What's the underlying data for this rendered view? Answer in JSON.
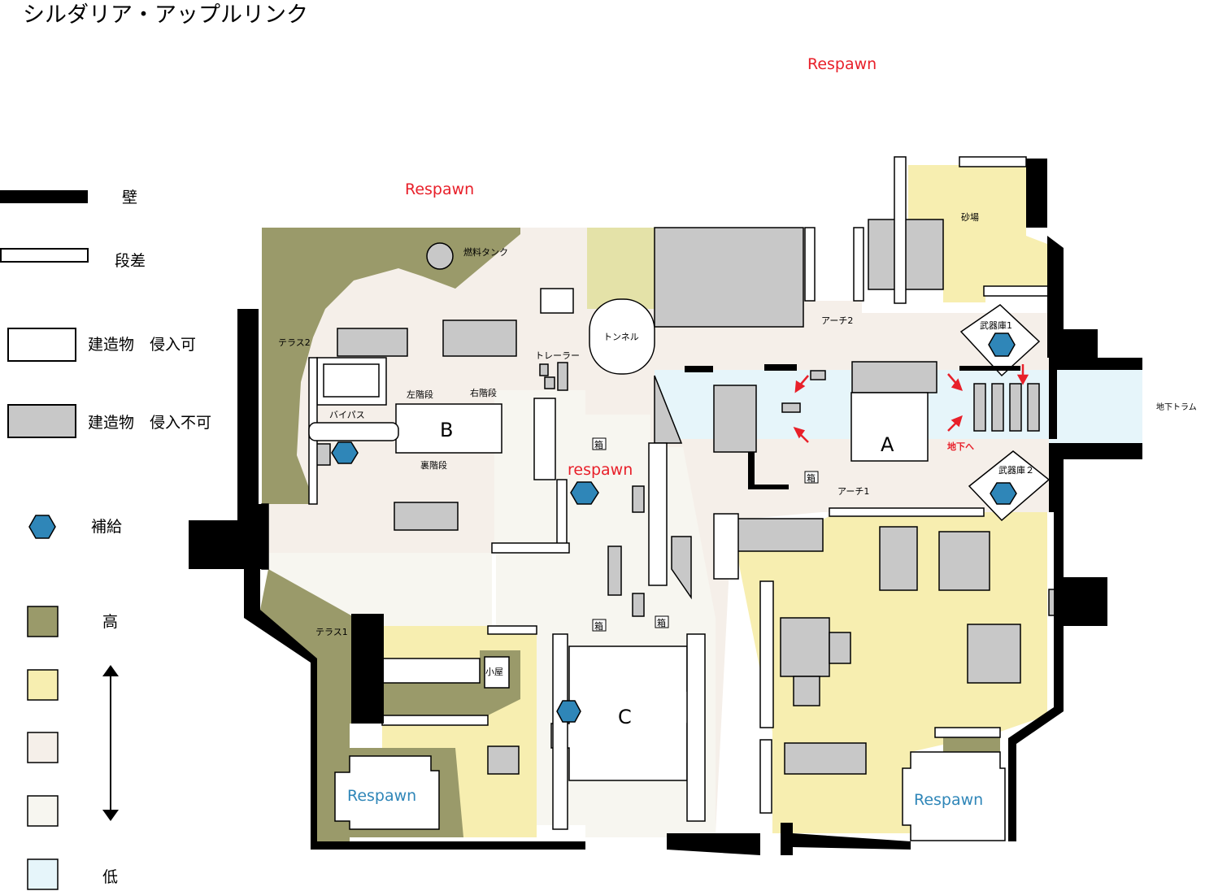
{
  "title": "シルダリア・アップルリンク",
  "legend": {
    "wall": "壁",
    "step": "段差",
    "building_enterable": "建造物　侵入可",
    "building_blocked": "建造物　侵入不可",
    "supply": "補給",
    "high": "高",
    "low": "低"
  },
  "colors": {
    "wall": "#000000",
    "high": "#9a9a6a",
    "mid_high": "#f7eeb0",
    "mid": "#f5efe9",
    "mid_low": "#f7f6f0",
    "low": "#e6f5fa",
    "blocked": "#c8c8c8",
    "tunnel": "#e4e2a8",
    "respawn_red": "#e8202a",
    "respawn_blue": "#2f86b8",
    "supply": "#2f86b8"
  },
  "labels": {
    "respawn_top_right": "Respawn",
    "respawn_top_left": "Respawn",
    "respawn_center": "respawn",
    "respawn_bottom_left": "Respawn",
    "respawn_bottom_right": "Respawn",
    "fuel_tank": "燃料タンク",
    "terrace2": "テラス2",
    "terrace1": "テラス1",
    "bypass": "バイパス",
    "left_stairs": "左階段",
    "right_stairs": "右階段",
    "back_stairs": "裏階段",
    "building_b": "B",
    "tunnel": "トンネル",
    "trailer": "トレーラー",
    "sandpit": "砂場",
    "arch2": "アーチ2",
    "arch1": "アーチ1",
    "armory1": "武器庫1",
    "armory2": "武器庫２",
    "underground_tram": "地下トラム",
    "building_a": "A",
    "to_underground": "地下へ",
    "crate": "箱",
    "hut": "小屋",
    "building_c": "C"
  }
}
